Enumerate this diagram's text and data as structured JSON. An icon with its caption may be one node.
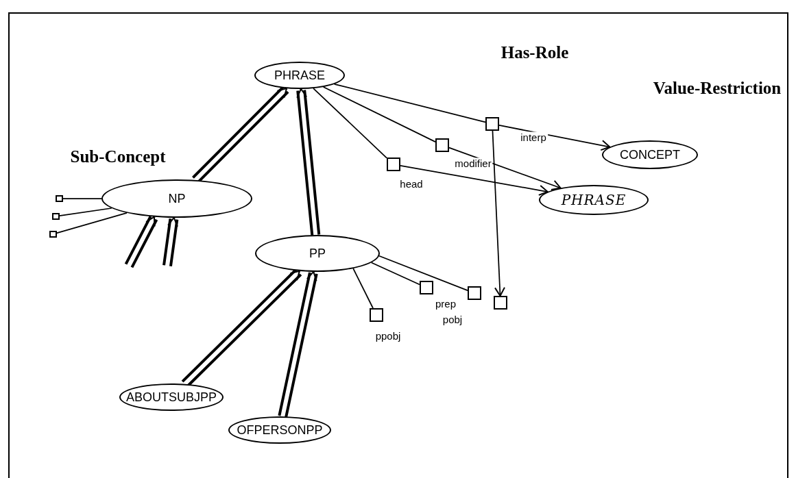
{
  "diagram": {
    "nodes": [
      {
        "text": [
          "PHRASE"
        ]
      },
      {
        "text": [
          "NP"
        ]
      },
      {
        "text": [
          "PP"
        ]
      },
      {
        "text": [
          "CONCEPT"
        ]
      },
      {
        "text": [
          "PHRASE"
        ]
      },
      {
        "text": [
          "ABOUTSUBJPP"
        ]
      },
      {
        "text": [
          "OFPERSONPP"
        ]
      },
      {
        "text": [],
        "shape": "box"
      },
      {
        "text": [],
        "shape": "box"
      },
      {
        "text": [],
        "shape": "box"
      },
      {
        "text": [],
        "shape": "box"
      },
      {
        "text": [],
        "shape": "box",
        "beside": [
          "pobj"
        ]
      },
      {
        "text": [],
        "shape": "box",
        "beside": [
          "prep"
        ]
      },
      {
        "text": [],
        "shape": "box",
        "beside": [
          "ppobj"
        ]
      },
      {
        "text": [],
        "shape": "box"
      },
      {
        "text": [],
        "shape": "box"
      },
      {
        "text": [],
        "shape": "box"
      }
    ],
    "edges": [
      {
        "from": 1,
        "to": 0,
        "arrow": "to",
        "style": "thick"
      },
      {
        "from": 2,
        "to": 0,
        "arrow": "to",
        "style": "thick"
      },
      {
        "from": 5,
        "to": 2,
        "arrow": "to",
        "style": "thick"
      },
      {
        "from": 6,
        "to": 2,
        "arrow": "to",
        "style": "thick"
      },
      {
        "from": null,
        "to": 1,
        "arrow": "to",
        "style": "thick"
      },
      {
        "from": null,
        "to": 1,
        "arrow": "to",
        "style": "thick"
      },
      {
        "from": 0,
        "to": 7,
        "arrow": "none"
      },
      {
        "from": 0,
        "to": 8,
        "arrow": "none"
      },
      {
        "from": 0,
        "to": 9,
        "arrow": "none"
      },
      {
        "from": 7,
        "to": 4,
        "arrow": "to",
        "label": "head"
      },
      {
        "from": 8,
        "to": 4,
        "arrow": "to",
        "label": "modifier"
      },
      {
        "from": 9,
        "to": 3,
        "arrow": "to",
        "label": "interp"
      },
      {
        "from": 9,
        "to": 10,
        "arrow": "to"
      },
      {
        "from": 2,
        "to": 11,
        "arrow": "none"
      },
      {
        "from": 2,
        "to": 12,
        "arrow": "none"
      },
      {
        "from": 2,
        "to": 13,
        "arrow": "none"
      },
      {
        "from": 14,
        "to": 1,
        "arrow": "none"
      },
      {
        "from": 15,
        "to": 1,
        "arrow": "none"
      },
      {
        "from": 16,
        "to": 1,
        "arrow": "none"
      }
    ],
    "labels": [
      "Has-Role",
      "Value-Restriction",
      "Sub-Concept"
    ]
  }
}
